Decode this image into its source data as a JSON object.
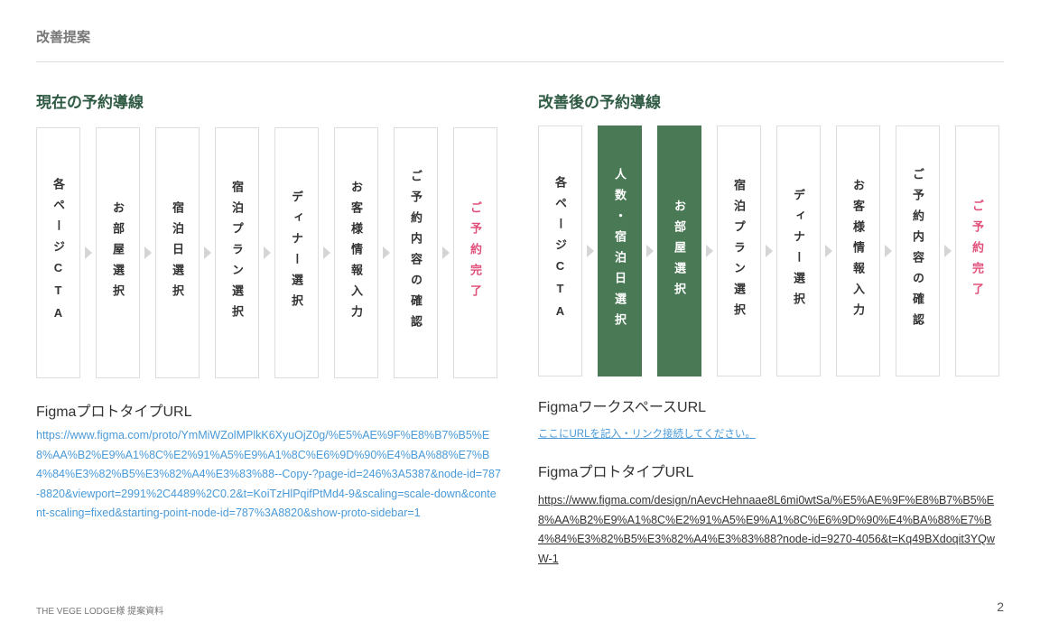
{
  "header": {
    "title": "改善提案"
  },
  "current": {
    "title": "現在の予約導線",
    "steps": [
      {
        "label": "各ページCTA",
        "state": "normal"
      },
      {
        "label": "お部屋選択",
        "state": "normal"
      },
      {
        "label": "宿泊日選択",
        "state": "normal"
      },
      {
        "label": "宿泊プラン選択",
        "state": "normal"
      },
      {
        "label": "ディナー選択",
        "state": "normal"
      },
      {
        "label": "お客様情報入力",
        "state": "normal"
      },
      {
        "label": "ご予約内容の確認",
        "state": "normal"
      },
      {
        "label": "ご予約完了",
        "state": "end"
      }
    ],
    "prototype_label": "FigmaプロトタイプURL",
    "prototype_url": "https://www.figma.com/proto/YmMiWZolMPlkK6XyuOjZ0g/%E5%AE%9F%E8%B7%B5%E8%AA%B2%E9%A1%8C%E2%91%A5%E9%A1%8C%E6%9D%90%E4%BA%88%E7%B4%84%E3%82%B5%E3%82%A4%E3%83%88--Copy-?page-id=246%3A5387&node-id=787-8820&viewport=2991%2C4489%2C0.2&t=KoiTzHlPqifPtMd4-9&scaling=scale-down&content-scaling=fixed&starting-point-node-id=787%3A8820&show-proto-sidebar=1"
  },
  "improved": {
    "title": "改善後の予約導線",
    "steps": [
      {
        "label": "各ページCTA",
        "state": "normal"
      },
      {
        "label": "人数・宿泊日選択",
        "state": "highlight"
      },
      {
        "label": "お部屋選択",
        "state": "highlight"
      },
      {
        "label": "宿泊プラン選択",
        "state": "normal"
      },
      {
        "label": "ディナー選択",
        "state": "normal"
      },
      {
        "label": "お客様情報入力",
        "state": "normal"
      },
      {
        "label": "ご予約内容の確認",
        "state": "normal"
      },
      {
        "label": "ご予約完了",
        "state": "end"
      }
    ],
    "workspace_label": "FigmaワークスペースURL",
    "workspace_link": "ここにURLを記入・リンク接続してください。",
    "prototype_label": "FigmaプロトタイプURL",
    "prototype_url": "https://www.figma.com/design/nAevcHehnaae8L6mi0wtSa/%E5%AE%9F%E8%B7%B5%E8%AA%B2%E9%A1%8C%E2%91%A5%E9%A1%8C%E6%9D%90%E4%BA%88%E7%B4%84%E3%82%B5%E3%82%A4%E3%83%88?node-id=9270-4056&t=Kq49BXdoqit3YQwW-1"
  },
  "footer": {
    "text": "THE VEGE LODGE様 提案資料",
    "page": "2"
  },
  "colors": {
    "accent": "#4a7a55",
    "title": "#2f5a43",
    "end": "#e0507a",
    "link": "#4a9ad8"
  }
}
